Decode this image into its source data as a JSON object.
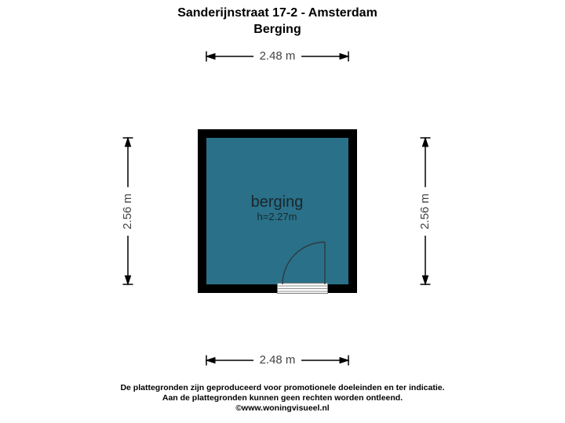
{
  "title": {
    "line1": "Sanderijnstraat 17-2 - Amsterdam",
    "line2": "Berging"
  },
  "room": {
    "label": "berging",
    "ceiling_height": "h=2.27m"
  },
  "dimensions": {
    "top": "2.48 m",
    "bottom": "2.48 m",
    "left": "2.56 m",
    "right": "2.56 m"
  },
  "footer": {
    "line1": "De plattegronden zijn geproduceerd voor promotionele doeleinden en ter indicatie.",
    "line2": "Aan de plattegronden kunnen geen rechten worden ontleend.",
    "line3": "©www.woningvisueel.nl"
  },
  "colors": {
    "room_fill": "#297088",
    "wall": "#000000",
    "title_text": "#000000",
    "dimension_text": "#444444",
    "room_label_text": "#1b262c",
    "door_line": "#2e3a3f"
  }
}
